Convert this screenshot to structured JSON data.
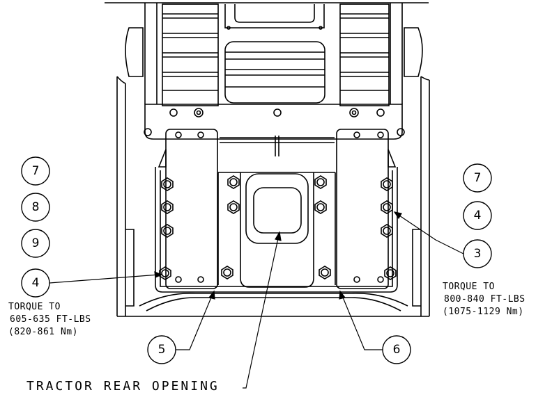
{
  "callouts": {
    "left_7": "7",
    "left_8": "8",
    "left_9": "9",
    "left_4": "4",
    "right_7": "7",
    "right_4": "4",
    "right_3": "3",
    "bottom_5": "5",
    "bottom_6": "6"
  },
  "notes": {
    "left_torque_line1": "TORQUE TO",
    "left_torque_line2": "605-635 FT-LBS",
    "left_torque_line3": "(820-861 Nm)",
    "right_torque_line1": "TORQUE TO",
    "right_torque_line2": "800-840 FT-LBS",
    "right_torque_line3": "(1075-1129 Nm)",
    "opening_label": "TRACTOR REAR OPENING"
  }
}
